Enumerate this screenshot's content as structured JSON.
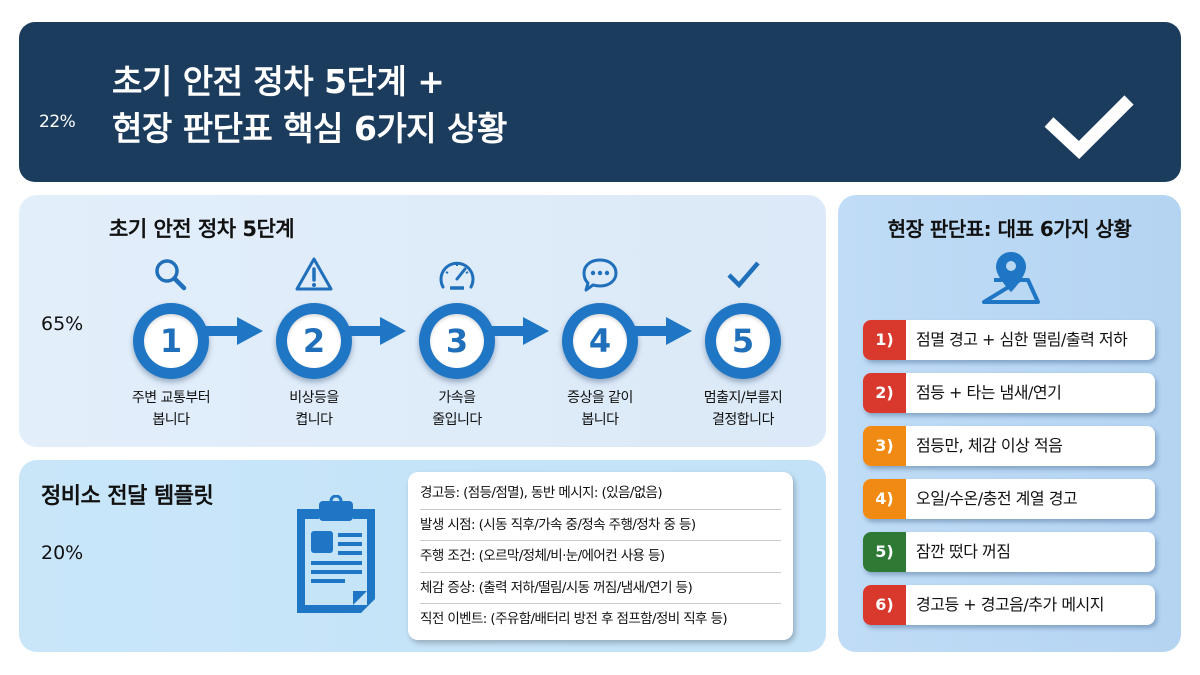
{
  "header": {
    "percent": "22%",
    "title_line1": "초기 안전 정차 5단계 +",
    "title_line2": "현장 판단표 핵심 6가지 상황",
    "icon": "checkmark-icon",
    "background": "#1c3c5d"
  },
  "steps_panel": {
    "title": "초기 안전 정차 5단계",
    "percent": "65%",
    "accent": "#1f76c4",
    "steps": [
      {
        "number": "1",
        "icon": "magnifier-icon",
        "label_line1": "주변 교통부터",
        "label_line2": "봅니다"
      },
      {
        "number": "2",
        "icon": "warning-triangle-icon",
        "label_line1": "비상등을",
        "label_line2": "켭니다"
      },
      {
        "number": "3",
        "icon": "speedometer-icon",
        "label_line1": "가속을",
        "label_line2": "줄입니다"
      },
      {
        "number": "4",
        "icon": "chat-bubble-icon",
        "label_line1": "증상을 같이",
        "label_line2": "봅니다"
      },
      {
        "number": "5",
        "icon": "checkmark-icon",
        "label_line1": "멈출지/부를지",
        "label_line2": "결정합니다"
      }
    ]
  },
  "template_panel": {
    "title": "정비소 전달 템플릿",
    "percent": "20%",
    "icon": "clipboard-icon",
    "rows": [
      "경고등: (점등/점멸), 동반 메시지: (있음/없음)",
      "발생 시점: (시동 직후/가속 중/정속 주행/정차 중 등)",
      "주행 조건: (오르막/정체/비·눈/에어컨 사용 등)",
      "체감 증상: (출력 저하/떨림/시동 꺼짐/냄새/연기 등)",
      "직전 이벤트: (주유함/배터리 방전 후 점프함/정비 직후 등)"
    ]
  },
  "situations_panel": {
    "title": "현장 판단표: 대표 6가지 상황",
    "icon": "map-pin-icon",
    "items": [
      {
        "badge": "1)",
        "text": "점멸 경고 + 심한 떨림/출력 저하",
        "color": "#d9382c"
      },
      {
        "badge": "2)",
        "text": "점등 + 타는 냄새/연기",
        "color": "#d9382c"
      },
      {
        "badge": "3)",
        "text": "점등만, 체감 이상 적음",
        "color": "#f08a12"
      },
      {
        "badge": "4)",
        "text": "오일/수온/충전 계열 경고",
        "color": "#f08a12"
      },
      {
        "badge": "5)",
        "text": "잠깐 떴다 꺼짐",
        "color": "#2e7a34"
      },
      {
        "badge": "6)",
        "text": "경고등 + 경고음/추가 메시지",
        "color": "#d9382c"
      }
    ]
  }
}
